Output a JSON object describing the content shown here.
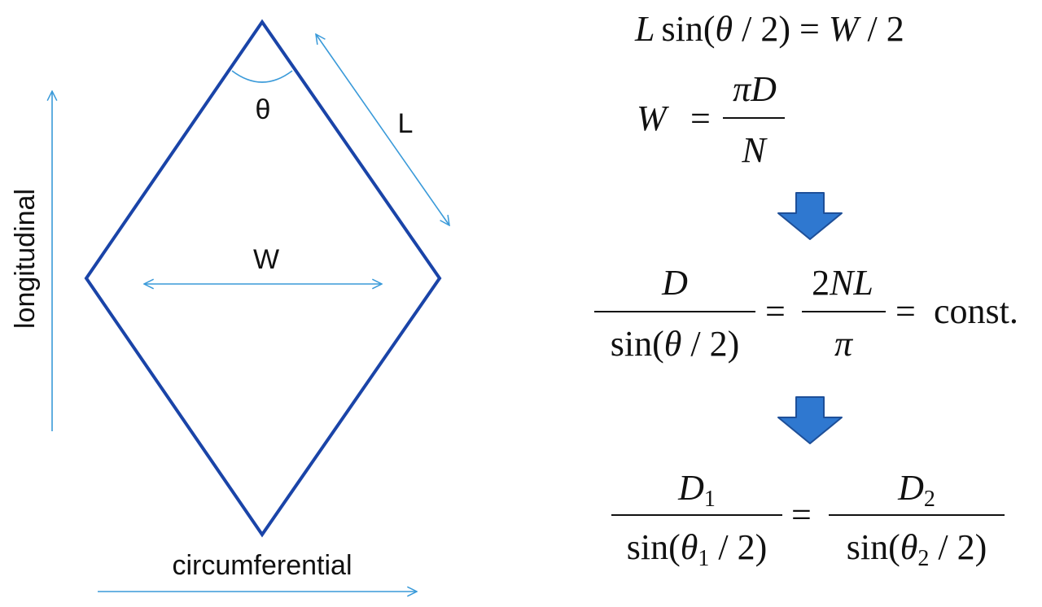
{
  "diagram": {
    "labels": {
      "theta": "θ",
      "L": "L",
      "W": "W",
      "longitudinal": "longitudinal",
      "circumferential": "circumferential"
    },
    "colors": {
      "diamond": "#1a44a8",
      "arrow": "#3a9ad9",
      "block_arrow_fill": "#2f78d0",
      "block_arrow_stroke": "#1e4f98",
      "text": "#111111"
    }
  },
  "equations": {
    "eq1": {
      "L": "L",
      "sin": "sin(",
      "theta": "θ",
      "mid": " / 2) = ",
      "W": "W",
      "tail": " / 2"
    },
    "eq2": {
      "W": "W",
      "eq": "=",
      "pi": "π",
      "D": "D",
      "N": "N"
    },
    "eq3": {
      "D": "D",
      "sin": "sin(",
      "theta": "θ",
      "tail": " / 2)",
      "eq1": "=",
      "num2": "2",
      "NL": "NL",
      "pi": "π",
      "eq2": "=",
      "const": "const."
    },
    "eq4": {
      "D": "D",
      "sub1": "1",
      "sub2": "2",
      "sin": "sin(",
      "theta": "θ",
      "tail": " / 2)",
      "eq": "="
    },
    "arrows": [
      "down-arrow",
      "down-arrow"
    ]
  }
}
